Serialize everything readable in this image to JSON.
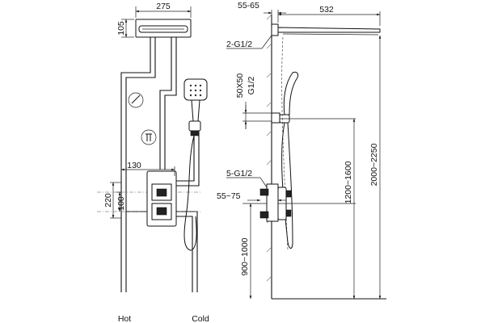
{
  "front_view": {
    "dims": {
      "rain_width": "275",
      "rain_height": "105",
      "valve_offset": "130",
      "valve_height": "220",
      "valve_spacing": "100"
    },
    "labels": {
      "hot": "Hot",
      "cold": "Cold"
    }
  },
  "side_view": {
    "dims": {
      "arm_depth": "55-65",
      "arm_length": "532",
      "arm_thread": "2-G1/2",
      "elbow_size": "50X50",
      "elbow_thread": "G1/2",
      "valve_thread": "5-G1/2",
      "valve_depth": "55~75",
      "elbow_height": "1200~1600",
      "head_height": "2000~2250",
      "valve_height": "900~1000"
    }
  }
}
